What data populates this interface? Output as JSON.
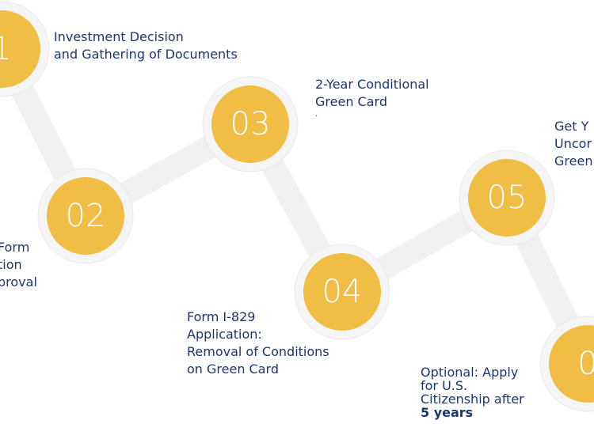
{
  "colors": {
    "accent": "#f0bd45",
    "text": "#1a3672",
    "track": "#f1f1f3",
    "halo": "#f5f5f6"
  },
  "steps": [
    {
      "number": "1",
      "lines": [
        "Investment Decision",
        "and Gathering of Documents"
      ]
    },
    {
      "number": "02",
      "lines": [
        "Form",
        "tion",
        "proval"
      ]
    },
    {
      "number": "03",
      "lines": [
        "2-Year Conditional",
        "Green Card",
        "."
      ]
    },
    {
      "number": "04",
      "lines": [
        "Form I-829",
        "Application:",
        "Removal of Conditions",
        "on Green Card"
      ]
    },
    {
      "number": "05",
      "lines": [
        "Get Y",
        "Uncor",
        "Green"
      ]
    },
    {
      "number": "0",
      "lines": [
        "Optional: Apply",
        "for U.S.",
        "Citizenship after"
      ],
      "emphasis": "5 years"
    }
  ]
}
